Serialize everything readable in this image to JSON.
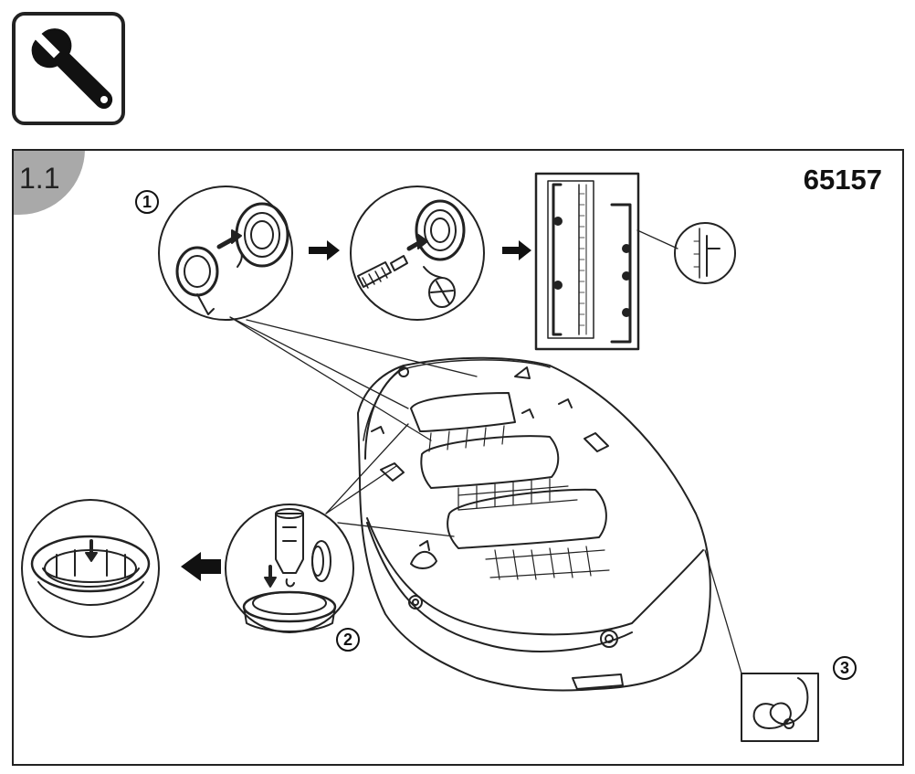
{
  "header": {
    "tool_icon": "wrench-icon"
  },
  "panel": {
    "step_number": "1.1",
    "product_code": "65157",
    "callouts": [
      "1",
      "2",
      "3"
    ]
  },
  "icons": {
    "valve_unscrew": "valve-cap-icon",
    "pump_hose": "pump-hose-icon",
    "pressure_gauge": "pressure-gauge-icon",
    "valve_pin": "valve-pin-icon",
    "rope_knot": "rope-knot-icon",
    "direction_arrow": "arrow-right-icon"
  },
  "colors": {
    "line": "#222222",
    "tab_fill": "#a9a9a9",
    "background": "#ffffff"
  }
}
